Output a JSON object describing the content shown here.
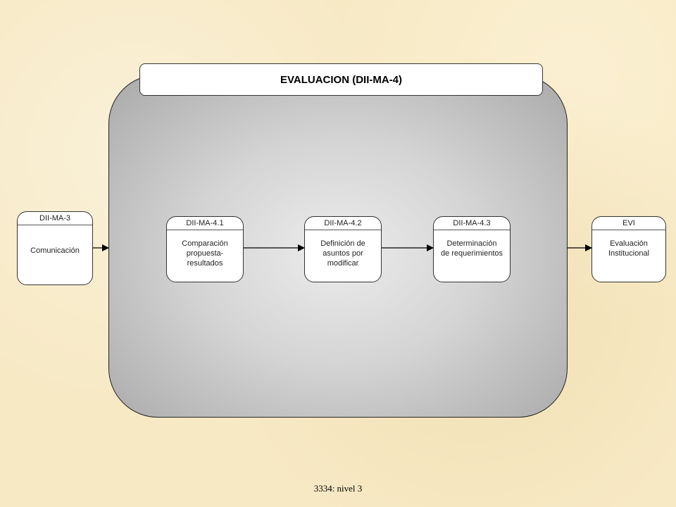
{
  "diagram": {
    "title": "EVALUACION (DII-MA-4)",
    "nodes": [
      {
        "id": "DII-MA-3",
        "label": "Comunicación"
      },
      {
        "id": "DII-MA-4.1",
        "label": "Comparación\npropuesta-\nresultados"
      },
      {
        "id": "DII-MA-4.2",
        "label": "Definición de\nasuntos por\nmodificar"
      },
      {
        "id": "DII-MA-4.3",
        "label": "Determinación\nde requerimientos"
      },
      {
        "id": "EVI",
        "label": "Evaluación\nInstitucional"
      }
    ],
    "footer": "3334: nivel 3"
  }
}
